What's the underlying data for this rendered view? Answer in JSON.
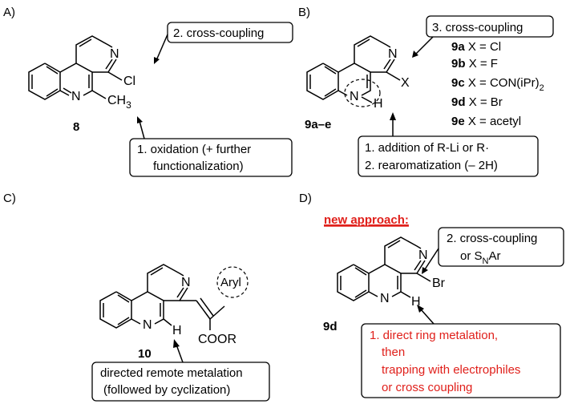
{
  "panels": {
    "a": {
      "label": "A)",
      "compound": "8",
      "box_top": "2. cross-coupling",
      "box_bottom_1": "1. oxidation (+ further",
      "box_bottom_2": "functionalization)",
      "atoms": {
        "n_top": "N",
        "cl": "Cl",
        "n_bottom": "N",
        "ch3": "CH",
        "ch3_sub": "3"
      }
    },
    "b": {
      "label": "B)",
      "compound": "9a–e",
      "box_top": "3. cross-coupling",
      "box_bottom_1": "1. addition of R-Li or R·",
      "box_bottom_2": "2. rearomatization (– 2H)",
      "atoms": {
        "n_top": "N",
        "x": "X",
        "n_bottom": "N",
        "h": "H"
      },
      "variants": [
        {
          "id": "9a",
          "text": "X = Cl"
        },
        {
          "id": "9b",
          "text": "X = F"
        },
        {
          "id": "9c",
          "text": "X = CON(iPr)",
          "sub": "2"
        },
        {
          "id": "9d",
          "text": "X = Br"
        },
        {
          "id": "9e",
          "text": "X = acetyl"
        }
      ]
    },
    "c": {
      "label": "C)",
      "compound": "10",
      "box_1": "directed remote metalation",
      "box_2": "(followed by cyclization)",
      "atoms": {
        "n_top": "N",
        "n_bottom": "N",
        "h": "H",
        "aryl": "Aryl",
        "coor": "COOR"
      }
    },
    "d": {
      "label": "D)",
      "heading": "new approach:",
      "compound": "9d",
      "box_top_1": "2. cross-coupling",
      "box_top_2_pre": "or S",
      "box_top_2_sub": "N",
      "box_top_2_post": "Ar",
      "box_bottom": [
        "1. direct ring metalation,",
        "then",
        "trapping with electrophiles",
        "or cross coupling"
      ],
      "atoms": {
        "n_top": "N",
        "br": "Br",
        "n_bottom": "N",
        "h": "H"
      }
    }
  },
  "colors": {
    "accent": "#e0201b",
    "text": "#000000"
  }
}
